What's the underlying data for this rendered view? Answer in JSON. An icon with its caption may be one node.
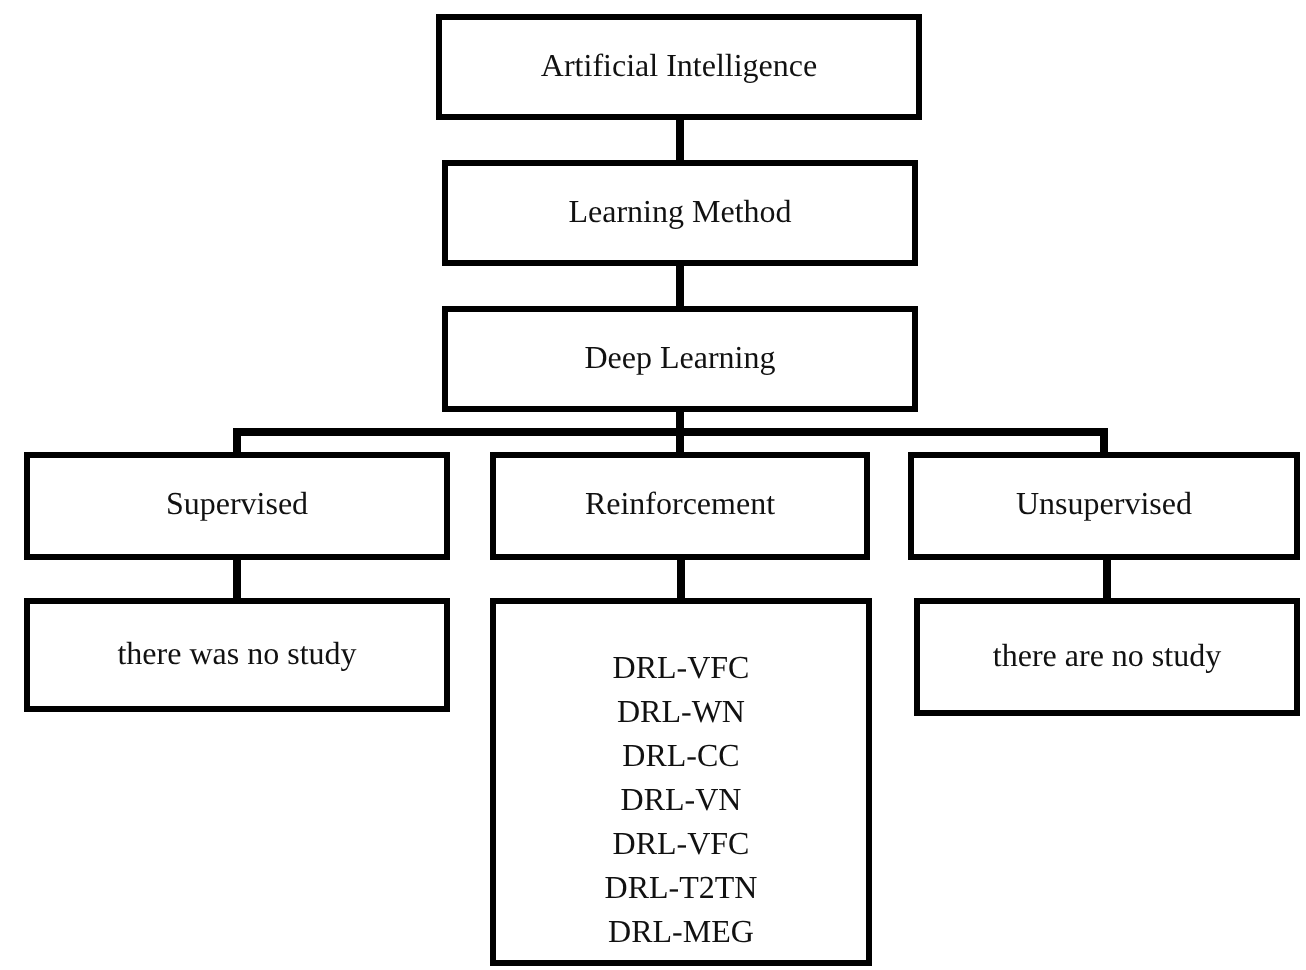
{
  "diagram": {
    "nodes": [
      {
        "text": [
          "Artificial Intelligence"
        ]
      },
      {
        "text": [
          "Learning Method"
        ]
      },
      {
        "text": [
          "Deep Learning"
        ]
      },
      {
        "text": [
          "Supervised"
        ]
      },
      {
        "text": [
          "Reinforcement"
        ]
      },
      {
        "text": [
          "Unsupervised"
        ]
      },
      {
        "text": [
          "there was no study"
        ]
      },
      {
        "text": [
          "DRL-VFC",
          "DRL-WN",
          "DRL-CC",
          "DRL-VN",
          "DRL-VFC",
          "DRL-T2TN",
          "DRL-MEG"
        ]
      },
      {
        "text": [
          "there are no study"
        ]
      }
    ],
    "edges": [
      {
        "from": 0,
        "to": 1,
        "arrow": "none"
      },
      {
        "from": 1,
        "to": 2,
        "arrow": "none"
      },
      {
        "from": 2,
        "to": 3,
        "arrow": "none"
      },
      {
        "from": 2,
        "to": 4,
        "arrow": "none"
      },
      {
        "from": 2,
        "to": 5,
        "arrow": "none"
      },
      {
        "from": 3,
        "to": 6,
        "arrow": "none"
      },
      {
        "from": 4,
        "to": 7,
        "arrow": "none"
      },
      {
        "from": 5,
        "to": 8,
        "arrow": "none"
      }
    ]
  }
}
